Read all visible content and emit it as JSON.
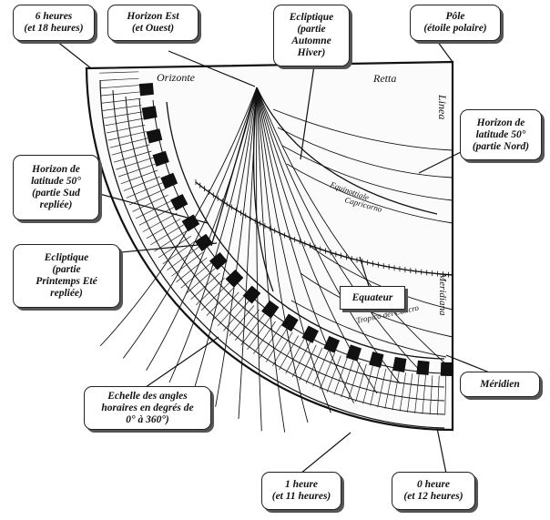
{
  "callouts": {
    "six_hours": "6 heures\n(et 18 heures)",
    "horizon_est": "Horizon Est\n(et Ouest)",
    "ecliptique_automne": "Ecliptique\n(partie\nAutomne\nHiver)",
    "pole": "Pôle\n(étoile polaire)",
    "horizon_nord": "Horizon de\nlatitude 50°\n(partie Nord)",
    "horizon_sud": "Horizon de\nlatitude 50°\n(partie Sud\nrepliée)",
    "ecliptique_printemps": "Ecliptique\n(partie\nPrintemps Eté\nrepliée)",
    "equateur": "Equateur",
    "meridien": "Méridien",
    "echelle": "Echelle des angles\nhoraires en degrés de\n0° à 360°)",
    "one_hour": "1 heure\n(et 11 heures)",
    "zero_hour": "0 heure\n(et 12 heures)"
  },
  "engraving": {
    "orizonte": "Orizonte",
    "retta": "Retta",
    "linea": "Linea",
    "meridiana": "Meridiana",
    "equinottiale": "Equinottiale",
    "tropico_cancro": "Tropico del Cancro",
    "capricorno": "Capricorno"
  }
}
